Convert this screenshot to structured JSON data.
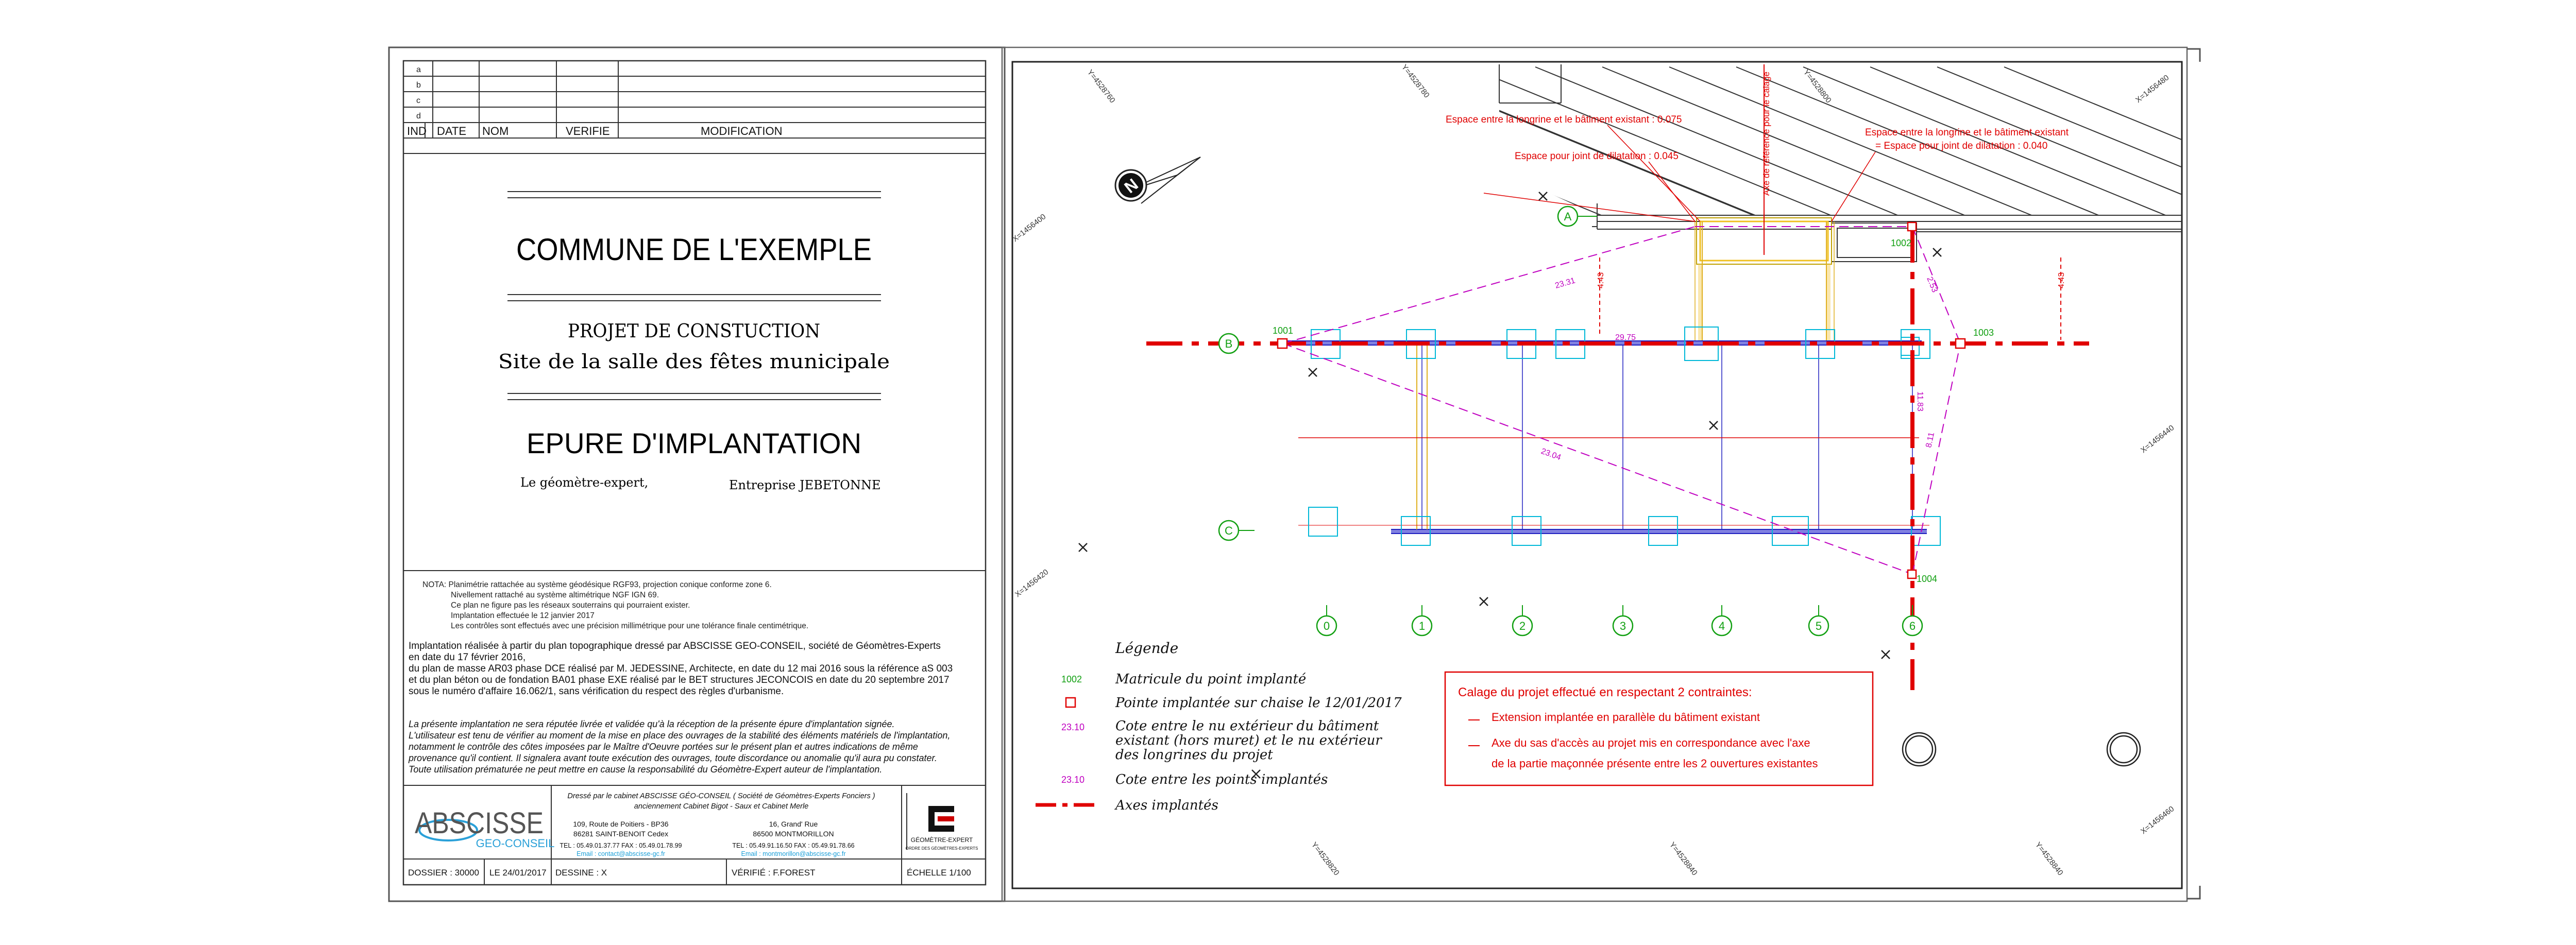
{
  "cartouche": {
    "revision_rows": [
      "a",
      "b",
      "c",
      "d"
    ],
    "headers": {
      "ind": "IND",
      "date": "DATE",
      "nom": "NOM",
      "verifie": "VERIFIE",
      "modification": "MODIFICATION"
    },
    "commune": "COMMUNE DE L'EXEMPLE",
    "projet_line1": "PROJET DE CONSTUCTION",
    "projet_line2": "Site de la salle des fêtes municipale",
    "title": "EPURE D'IMPLANTATION",
    "geometre": "Le géomètre-expert,",
    "entreprise": "Entreprise JEBETONNE",
    "notes": [
      "NOTA:  Planimétrie rattachée au système géodésique RGF93, projection conique conforme zone 6.",
      "Nivellement rattaché au système altimétrique NGF IGN 69.",
      "Ce plan ne figure pas les réseaux souterrains qui pourraient exister.",
      "Implantation effectuée le 12 janvier 2017",
      "Les contrôles sont effectués avec une précision millimétrique pour une tolérance finale centimétrique."
    ],
    "paragraph": [
      "Implantation réalisée à partir du plan topographique dressé par ABSCISSE GEO-CONSEIL, société de Géomètres-Experts",
      "en date du 17 février 2016,",
      "du plan de masse AR03 phase DCE réalisé par M. JEDESSINE, Architecte, en date du 12 mai 2016 sous la référence aS 003",
      "et du plan béton ou de fondation BA01 phase EXE réalisé par le BET structures JECONCOIS en date du 20 septembre 2017",
      "sous le numéro d'affaire 16.062/1, sans vérification du respect des règles d'urbanisme."
    ],
    "disclaimer": [
      "La présente implantation ne sera réputée livrée et validée qu'à la réception de la présente épure d'implantation signée.",
      "L'utilisateur est tenu de vérifier au moment de la mise en place des ouvrages de la stabilité des éléments matériels de l'implantation,",
      "notamment le contrôle des côtes imposées par le Maître d'Oeuvre portées sur le présent plan et autres indications de même",
      "provenance qu'il contient. Il signalera avant toute exécution des ouvrages, toute discordance ou anomalie qu'il aura pu constater.",
      "Toute utilisation prématurée ne peut mettre en cause la responsabilité du Géomètre-Expert auteur de l'implantation."
    ],
    "logo_text": "ABSCISSE",
    "logo_sub": "GEO-CONSEIL",
    "dresse_line1": "Dressé par le cabinet ABSCISSE GÉO-CONSEIL ( Société de Géomètres-Experts Fonciers )",
    "dresse_line2": "anciennement Cabinet Bigot - Saux et Cabinet Merle",
    "office1": [
      "109, Route de Poitiers - BP36",
      "86281 SAINT-BENOIT Cedex",
      "TEL : 05.49.01.37.77  FAX : 05.49.01.78.99",
      "Email : contact@abscisse-gc.fr"
    ],
    "office2": [
      "16, Grand' Rue",
      "86500 MONTMORILLON",
      "TEL : 05.49.91.16.50  FAX : 05.49.91.78.66",
      "Email : montmorillon@abscisse-gc.fr"
    ],
    "oge": "GÉOMÈTRE-EXPERT",
    "oge_sub": "ORDRE DES GÉOMÈTRES-EXPERTS",
    "footer": {
      "dossier": "DOSSIER : 30000",
      "date": "LE 24/01/2017",
      "dessine": "DESSINE : X",
      "verifie": "VÉRIFIÉ : F.FOREST",
      "echelle": "ÉCHELLE 1/100"
    }
  },
  "plan": {
    "grid_labels_x": [
      "X=1456400",
      "X=1456420",
      "X=1456440",
      "X=1456460",
      "X=1456480"
    ],
    "grid_labels_y": [
      "Y=4528760",
      "Y=4528780",
      "Y=4528800",
      "Y=4528820",
      "Y=4528840"
    ],
    "annotations": {
      "longrine1": "Espace entre la longrine et le bâtiment existant : 0.075",
      "joint1": "Espace pour joint de dilatation : 0.045",
      "longrine2": "Espace entre la longrine et le bâtiment existant",
      "joint2": "= Espace pour joint de dilatation : 0.040",
      "axe_ref": "Axe de référence pour le calage"
    },
    "axes_letters": [
      "A",
      "B",
      "C"
    ],
    "axes_numbers": [
      "0",
      "1",
      "2",
      "3",
      "4",
      "5",
      "6"
    ],
    "points": [
      "1001",
      "1002",
      "1003",
      "1004"
    ],
    "dims": [
      "4.43",
      "4.43",
      "23.31",
      "29.75",
      "23.04",
      "2.53",
      "8.11",
      "11.83"
    ]
  },
  "legend": {
    "title": "Légende",
    "items": [
      {
        "symbol": "1002",
        "label": "Matricule du point implanté"
      },
      {
        "symbol": "",
        "label": "Pointe implantée sur chaise le 12/01/2017"
      },
      {
        "symbol": "23.10",
        "label": "Cote entre le nu extérieur du bâtiment existant (hors muret) et le nu extérieur des longrines du projet"
      },
      {
        "symbol": "23.10",
        "label": "Cote entre les points implantés"
      },
      {
        "symbol": "",
        "label": "Axes implantés"
      }
    ],
    "label3_lines": [
      "Cote entre le nu extérieur du bâtiment",
      "existant (hors muret) et le nu extérieur",
      "des longrines du projet"
    ]
  },
  "constraints": {
    "title": "Calage du projet effectué en respectant 2 contraintes:",
    "items": [
      "Extension implantée en parallèle du bâtiment existant",
      "Axe du sas d'accès au projet mis en correspondance avec l'axe",
      "de la partie maçonnée présente entre les 2 ouvertures existantes"
    ]
  },
  "colors": {
    "axis_red": "#e00000",
    "green": "#12a012",
    "magenta": "#c000c0",
    "cyan": "#00b8d8",
    "blue": "#2020c0",
    "yellow": "#f0c020"
  }
}
